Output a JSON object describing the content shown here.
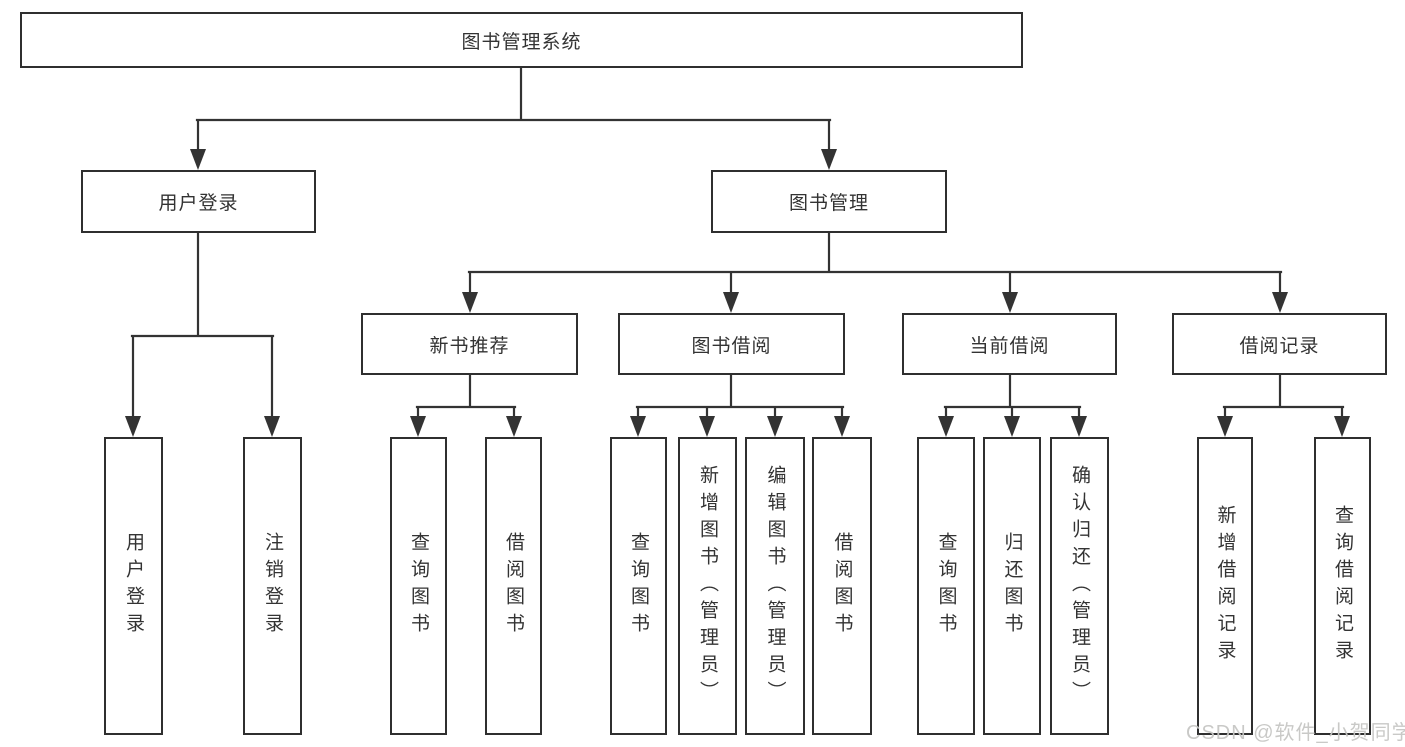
{
  "tree": {
    "label": "图书管理系统",
    "children": [
      {
        "label": "用户登录",
        "children": [
          {
            "label": "用户登录"
          },
          {
            "label": "注销登录"
          }
        ]
      },
      {
        "label": "图书管理",
        "children": [
          {
            "label": "新书推荐",
            "children": [
              {
                "label": "查询图书"
              },
              {
                "label": "借阅图书"
              }
            ]
          },
          {
            "label": "图书借阅",
            "children": [
              {
                "label": "查询图书"
              },
              {
                "label": "新增图书（管理员）"
              },
              {
                "label": "编辑图书（管理员）"
              },
              {
                "label": "借阅图书"
              }
            ]
          },
          {
            "label": "当前借阅",
            "children": [
              {
                "label": "查询图书"
              },
              {
                "label": "归还图书"
              },
              {
                "label": "确认归还（管理员）"
              }
            ]
          },
          {
            "label": "借阅记录",
            "children": [
              {
                "label": "新增借阅记录"
              },
              {
                "label": "查询借阅记录"
              }
            ]
          }
        ]
      }
    ]
  },
  "watermark": "CSDN @软件_小贺同学",
  "colors": {
    "line": "#333333",
    "box_border": "#2f2f2f",
    "text": "#333333",
    "watermark": "#c6c6c4"
  }
}
